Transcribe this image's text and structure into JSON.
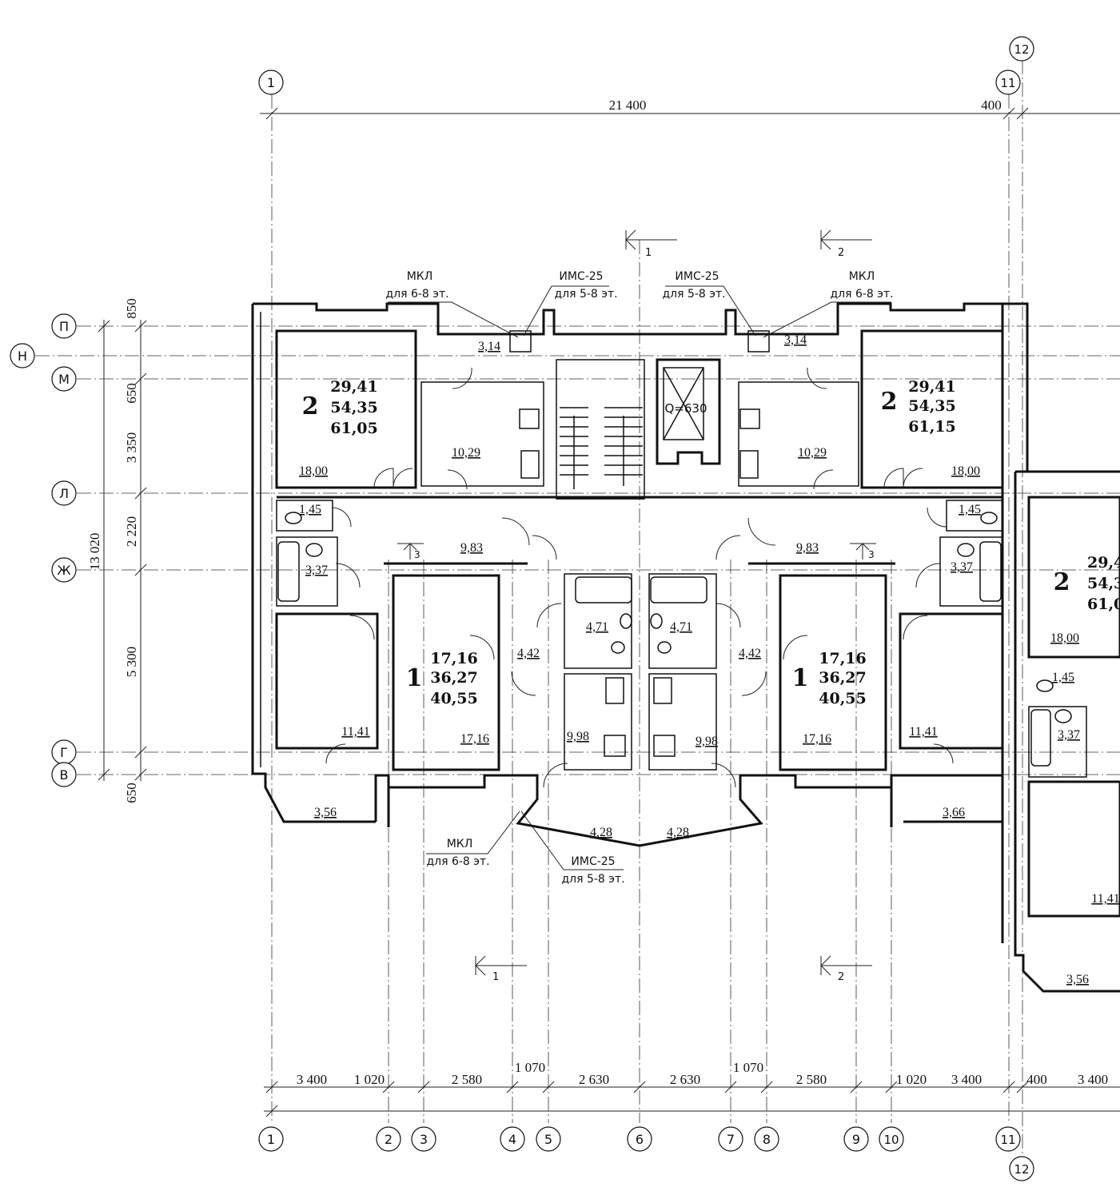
{
  "axes_top": [
    {
      "id": "ax-1-top",
      "label": "1"
    },
    {
      "id": "ax-11-top",
      "label": "11"
    },
    {
      "id": "ax-12-top",
      "label": "12"
    }
  ],
  "axes_bottom": [
    "1",
    "2",
    "3",
    "4",
    "5",
    "6",
    "7",
    "8",
    "9",
    "10",
    "11",
    "12"
  ],
  "axes_left": [
    "П",
    "Н",
    "М",
    "Л",
    "Ж",
    "Г",
    "В"
  ],
  "dims_top": {
    "overall": "21 400",
    "right": "400"
  },
  "dims_left": {
    "overall": "13 020",
    "d1": "850",
    "d2": "650",
    "d3": "3 350",
    "d4": "2 220",
    "d5": "5 300",
    "d6": "650"
  },
  "dims_bottom": [
    "3 400",
    "1 020",
    "2 580",
    "1 070",
    "2 630",
    "2 630",
    "1 070",
    "2 580",
    "1 020",
    "3 400",
    "400",
    "3 400"
  ],
  "notes": {
    "mkl": "МКЛ",
    "mkl_floors": "для 6-8 эт.",
    "ims": "ИМС-25",
    "ims_floors": "для 5-8 эт."
  },
  "section_marks": {
    "s1": "1",
    "s2": "2"
  },
  "lift": "Q=630",
  "stair_mark": "3",
  "apartments": {
    "left2": {
      "rooms": "2",
      "a": "29,41",
      "b": "54,35",
      "c": "61,05"
    },
    "right2": {
      "rooms": "2",
      "a": "29,41",
      "b": "54,35",
      "c": "61,15"
    },
    "left1": {
      "rooms": "1",
      "a": "17,16",
      "b": "36,27",
      "c": "40,55"
    },
    "right1": {
      "rooms": "1",
      "a": "17,16",
      "b": "36,27",
      "c": "40,55"
    },
    "far2": {
      "rooms": "2",
      "a": "29,4",
      "b": "54,3",
      "c": "61,0"
    }
  },
  "areas": {
    "a_314_l": "3,14",
    "a_314_r": "3,14",
    "a_1029_l": "10,29",
    "a_1029_r": "10,29",
    "a_1800_l": "18,00",
    "a_1800_r": "18,00",
    "a_1800_f": "18,00",
    "a_145_l": "1,45",
    "a_145_r": "1,45",
    "a_145_f": "1,45",
    "a_337_l": "3,37",
    "a_337_r": "3,37",
    "a_337_f": "3,37",
    "a_983_l": "9,83",
    "a_983_r": "9,83",
    "a_471_l": "4,71",
    "a_471_r": "4,71",
    "a_442_l": "4,42",
    "a_442_r": "4,42",
    "a_1141_l": "11,41",
    "a_1141_r": "11,41",
    "a_1141_f": "11,41",
    "a_1716_l": "17,16",
    "a_1716_r": "17,16",
    "a_998_l": "9,98",
    "a_998_r": "9,98",
    "a_356_l": "3,56",
    "a_356_f": "3,56",
    "a_366_r": "3,66",
    "a_428_l": "4,28",
    "a_428_r": "4,28"
  }
}
